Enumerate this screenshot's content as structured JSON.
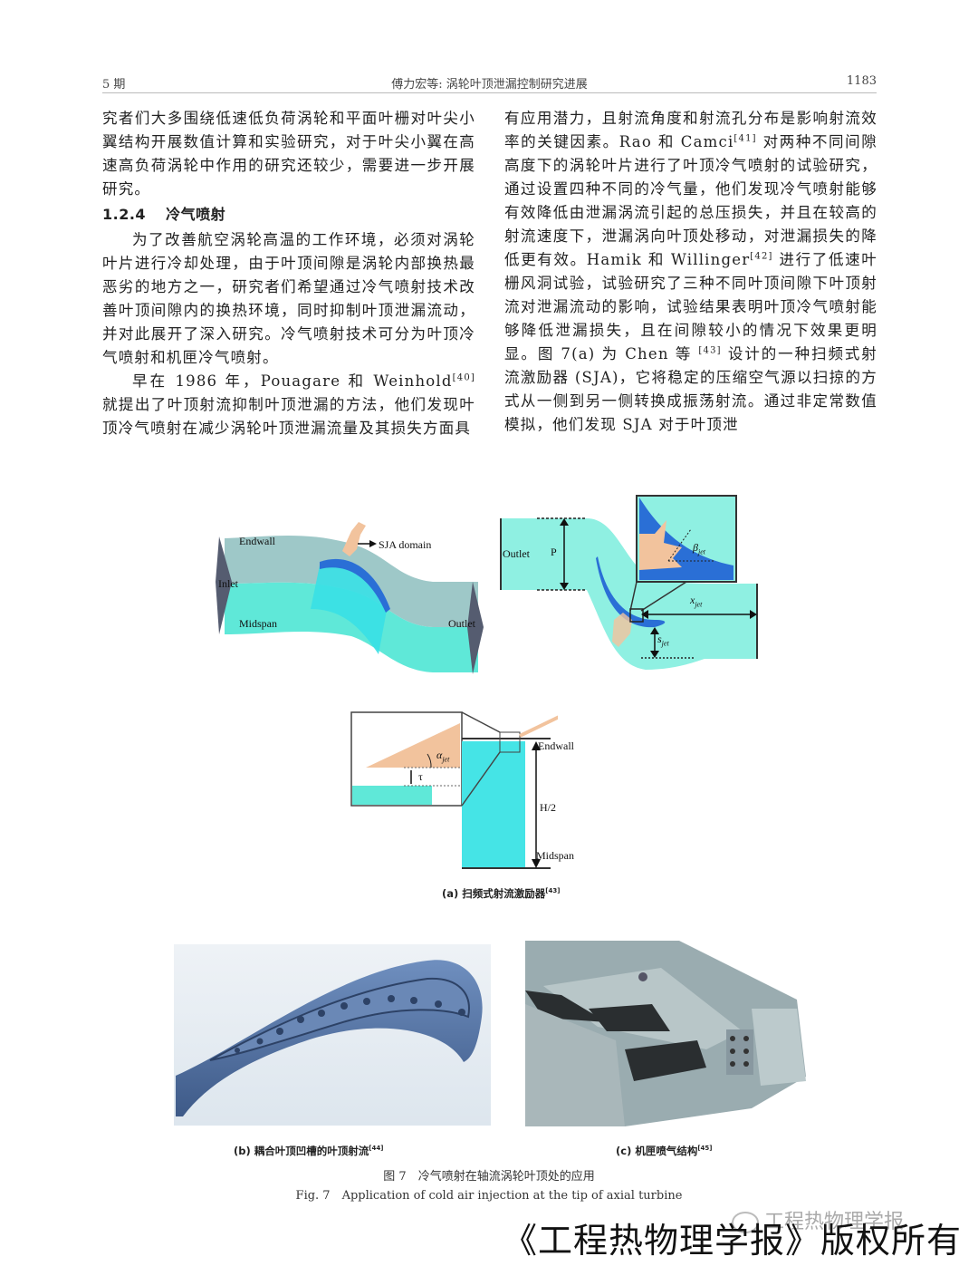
{
  "header": {
    "issue": "5 期",
    "title": "傅力宏等: 涡轮叶顶泄漏控制研究进展",
    "page": "1183"
  },
  "left_column": {
    "p1": "究者们大多围绕低速低负荷涡轮和平面叶栅对叶尖小翼结构开展数值计算和实验研究，对于叶尖小翼在高速高负荷涡轮中作用的研究还较少，需要进一步开展研究。",
    "section_number": "1.2.4",
    "section_title": "冷气喷射",
    "p2": "为了改善航空涡轮高温的工作环境，必须对涡轮叶片进行冷却处理，由于叶顶间隙是涡轮内部换热最恶劣的地方之一，研究者们希望通过冷气喷射技术改善叶顶间隙内的换热环境，同时抑制叶顶泄漏流动，并对此展开了深入研究。冷气喷射技术可分为叶顶冷气喷射和机匣冷气喷射。",
    "p3_a": "早在 1986 年，Pouagare 和 Weinhold",
    "p3_ref": "[40]",
    "p3_b": " 就提出了叶顶射流抑制叶顶泄漏的方法，他们发现叶顶冷气喷射在减少涡轮叶顶泄漏流量及其损失方面具"
  },
  "right_column": {
    "a": "有应用潜力，且射流角度和射流孔分布是影响射流效率的关键因素。Rao 和 Camci",
    "ref1": "[41]",
    "b": " 对两种不同间隙高度下的涡轮叶片进行了叶顶冷气喷射的试验研究，通过设置四种不同的冷气量，他们发现冷气喷射能够有效降低由泄漏涡流引起的总压损失，并且在较高的射流速度下，泄漏涡向叶顶处移动，对泄漏损失的降低更有效。Hamik 和 Willinger",
    "ref2": "[42]",
    "c": " 进行了低速叶栅风洞试验，试验研究了三种不同叶顶间隙下叶顶射流对泄漏流动的影响，试验结果表明叶顶冷气喷射能够降低泄漏损失，且在间隙较小的情况下效果更明显。图 7(a) 为 Chen 等 ",
    "ref3": "[43]",
    "d": " 设计的一种扫频式射流激励器 (SJA)，它将稳定的压缩空气源以扫掠的方式从一侧到另一侧转换成振荡射流。通过非定常数值模拟，他们发现 SJA 对于叶顶泄"
  },
  "figure": {
    "a_left_labels": {
      "endwall": "Endwall",
      "sja": "SJA domain",
      "inlet": "Inlet",
      "midspan": "Midspan",
      "outlet": "Outlet"
    },
    "a_right_labels": {
      "outlet": "Outlet",
      "pitch": "P",
      "beta": "β",
      "beta_sub": "jet",
      "x": "x",
      "x_sub": "jet",
      "s": "s",
      "s_sub": "jet"
    },
    "a_bottom_labels": {
      "alpha": "α",
      "alpha_sub": "jet",
      "tau": "τ",
      "endwall": "Endwall",
      "half_h": "H/2",
      "midspan": "Midspan"
    },
    "caption_a": "(a) 扫频式射流激励器",
    "caption_a_ref": "[43]",
    "caption_b": "(b) 耦合叶顶凹槽的叶顶射流",
    "caption_b_ref": "[44]",
    "caption_c": "(c) 机匣喷气结构",
    "caption_c_ref": "[45]",
    "caption_cn": "图 7　冷气喷射在轴流涡轮叶顶处的应用",
    "caption_en": "Fig. 7　Application of cold air injection at the tip of axial turbine"
  },
  "watermark": {
    "main": "《工程热物理学报》版权所有",
    "wechat": "工程热物理学报"
  },
  "colors": {
    "cyan": "#5fe8d8",
    "light_cyan": "#8ff0e2",
    "blue": "#2a6fd6",
    "peach": "#f2c39d",
    "grey_blade": "#5b7fa8",
    "casing_grey": "#8fa3a8"
  }
}
